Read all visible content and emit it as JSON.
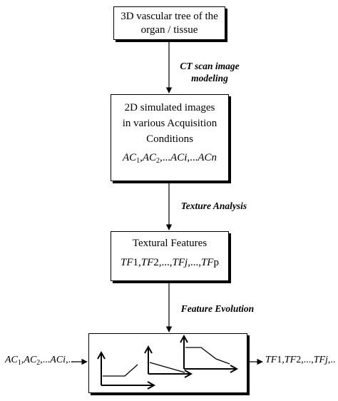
{
  "box1": {
    "line1": "3D vascular tree of the",
    "line2": "organ / tissue"
  },
  "arrow1": {
    "line1": "CT scan image",
    "line2": "modeling"
  },
  "box2": {
    "line1": "2D simulated images",
    "line2": "in various Acquisition",
    "line3": "Conditions",
    "seq": {
      "a": "AC",
      "s1": "1",
      "c1": ",",
      "b": "AC",
      "s2": "2",
      "c2": ",...",
      "c": "ACi",
      "c3": ",...",
      "d": "ACn"
    }
  },
  "arrow2": {
    "label": "Texture Analysis"
  },
  "box3": {
    "title": "Textural Features",
    "seq": {
      "a": "TF",
      "n1": "1,",
      "b": "TF",
      "n2": "2,...,",
      "c": "TFj",
      "n3": ",...,",
      "d": "TF",
      "n4": "p"
    }
  },
  "arrow3": {
    "label": "Feature Evolution"
  },
  "input": {
    "a": "AC",
    "s1": "1",
    "c1": ",",
    "b": "AC",
    "s2": "2",
    "c2": ",...",
    "c": "ACi",
    "c3": ",.."
  },
  "output": {
    "a": "TF",
    "n1": "1,",
    "b": "TF",
    "n2": "2,...,",
    "c": "TFj",
    "c2": ",.."
  }
}
